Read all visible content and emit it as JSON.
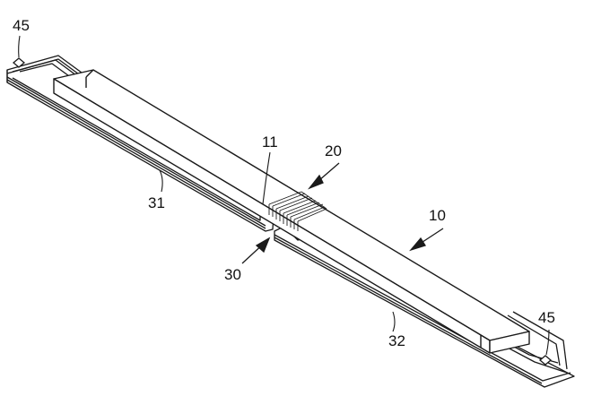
{
  "figure": {
    "reference_numerals": {
      "pad_left": "45",
      "pad_right": "45",
      "core_end": "11",
      "coil": "20",
      "core": "10",
      "conductor_left": "31",
      "conductor_right": "32",
      "conductor_assembly": "30"
    },
    "colors": {
      "line": "#1a1a1a",
      "fill": "#ffffff"
    }
  }
}
